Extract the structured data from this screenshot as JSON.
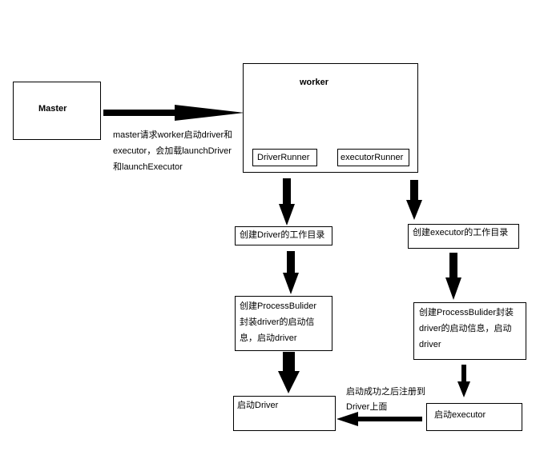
{
  "master": {
    "label": "Master"
  },
  "worker": {
    "label": "worker",
    "driver_runner": "DriverRunner",
    "executor_runner": "executorRunner"
  },
  "request_note": {
    "line1": "master请求worker启动driver和",
    "line2": "executor，会加载launchDriver",
    "line3": "和launchExecutor"
  },
  "driver_branch": {
    "create_dir": "创建Driver的工作目录",
    "build_line1": "创建ProcessBulider",
    "build_line2": "封装driver的启动信",
    "build_line3": "息，启动driver",
    "start": "启动Driver"
  },
  "executor_branch": {
    "create_dir": "创建executor的工作目录",
    "build_line1": "创建ProcessBulider封装",
    "build_line2": "driver的启动信息，启动",
    "build_line3": "driver",
    "start": "启动executor"
  },
  "register_note": {
    "line1": "启动成功之后注册到",
    "line2": "Driver上面"
  }
}
